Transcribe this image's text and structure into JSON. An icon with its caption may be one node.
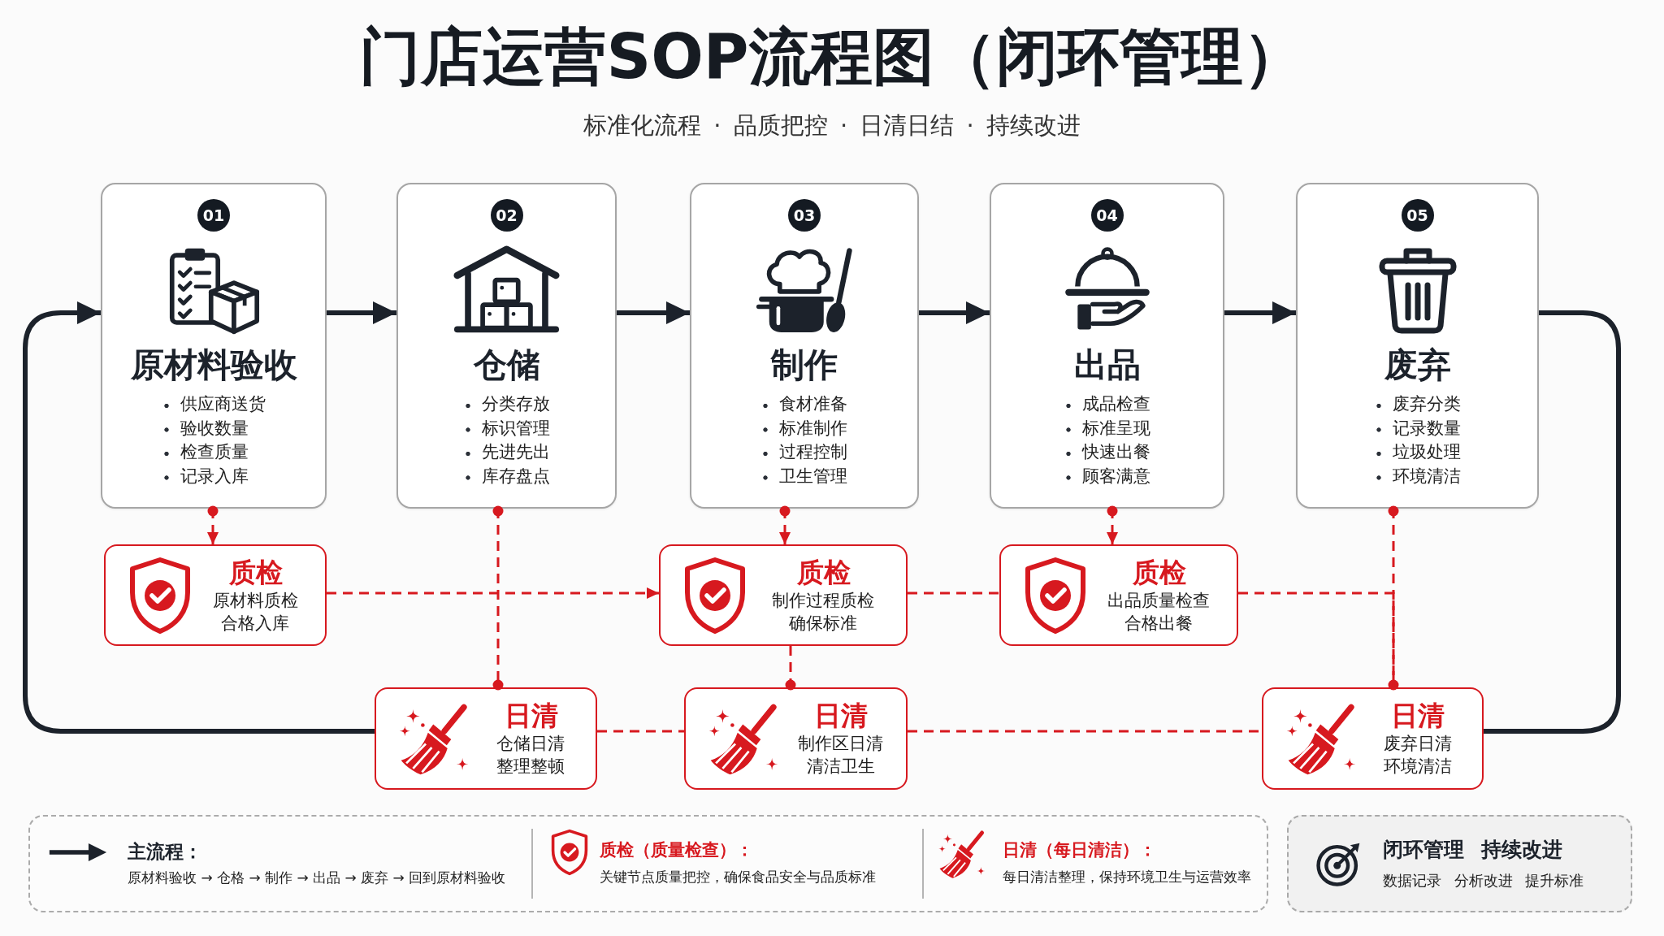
{
  "diagram": {
    "title": "门店运营SOP流程图（闭环管理）",
    "nodes": [
      {
        "text": [
          "01",
          "原材料验收",
          "供应商送货",
          "验收数量",
          "检查质量",
          "记录入库"
        ]
      },
      {
        "text": [
          "02",
          "仓储",
          "分类存放",
          "标识管理",
          "先进先出",
          "库存盘点"
        ]
      },
      {
        "text": [
          "03",
          "制作",
          "食材准备",
          "标准制作",
          "过程控制",
          "卫生管理"
        ]
      },
      {
        "text": [
          "04",
          "出品",
          "成品检查",
          "标准呈现",
          "快速出餐",
          "顾客满意"
        ]
      },
      {
        "text": [
          "05",
          "废弃",
          "废弃分类",
          "记录数量",
          "垃圾处理",
          "环境清洁"
        ]
      },
      {
        "text": [
          "质检",
          "原材料质检合格入库"
        ]
      },
      {
        "text": [
          "质检",
          "制作过程质检确保标准"
        ]
      },
      {
        "text": [
          "质检",
          "出品质量检查合格出餐"
        ]
      },
      {
        "text": [
          "日清",
          "仓储日清整理整顿"
        ]
      },
      {
        "text": [
          "日清",
          "制作区日清清洁卫生"
        ]
      },
      {
        "text": [
          "日清",
          "废弃日清环境清洁"
        ]
      },
      {
        "text": [
          "闭环管理 持续改进",
          "数据记录 分析改进 提升标准"
        ]
      }
    ],
    "edges": [
      {
        "from": 0,
        "to": 1,
        "arrow": "to",
        "color": "#1c222b"
      },
      {
        "from": 1,
        "to": 2,
        "arrow": "to",
        "color": "#1c222b"
      },
      {
        "from": 2,
        "to": 3,
        "arrow": "to",
        "color": "#1c222b"
      },
      {
        "from": 3,
        "to": 4,
        "arrow": "to",
        "color": "#1c222b"
      },
      {
        "from": 4,
        "to": 10,
        "arrow": "none",
        "color": "#1c222b"
      },
      {
        "from": 8,
        "to": 0,
        "arrow": "to",
        "color": "#1c222b"
      },
      {
        "from": 0,
        "to": 5,
        "arrow": "to",
        "style": "dashed"
      },
      {
        "from": 1,
        "to": 8,
        "arrow": "other",
        "style": "dashed"
      },
      {
        "from": 2,
        "to": 6,
        "arrow": "to",
        "style": "dashed"
      },
      {
        "from": 3,
        "to": 7,
        "arrow": "to",
        "style": "dashed"
      },
      {
        "from": 4,
        "to": 10,
        "arrow": "other",
        "style": "dashed"
      },
      {
        "from": 5,
        "to": 6,
        "arrow": "to",
        "style": "dashed"
      },
      {
        "from": 6,
        "to": 7,
        "arrow": "none",
        "style": "dashed"
      },
      {
        "from": 7,
        "to": 10,
        "arrow": "none",
        "style": "dashed"
      },
      {
        "from": 6,
        "to": 9,
        "arrow": "other",
        "style": "dashed"
      },
      {
        "from": 8,
        "to": 9,
        "arrow": "none",
        "style": "dashed"
      },
      {
        "from": 9,
        "to": 10,
        "arrow": "none",
        "style": "dashed"
      }
    ],
    "labels": [
      "标准化流程 · 品质把控 · 日清日结 · 持续改进",
      "原材料验收 → 仓格 → 制作 → 出品 → 废弃 → 回到原材料验收",
      "关键节点质量把控，确保食品安全与品质标准",
      "每日清洁整理，保持环境卫生与运营效率"
    ],
    "legend": [
      {
        "text": "主流程："
      },
      {
        "text": "质检（质量检查）："
      },
      {
        "text": "日清（每日清洁）："
      }
    ]
  }
}
